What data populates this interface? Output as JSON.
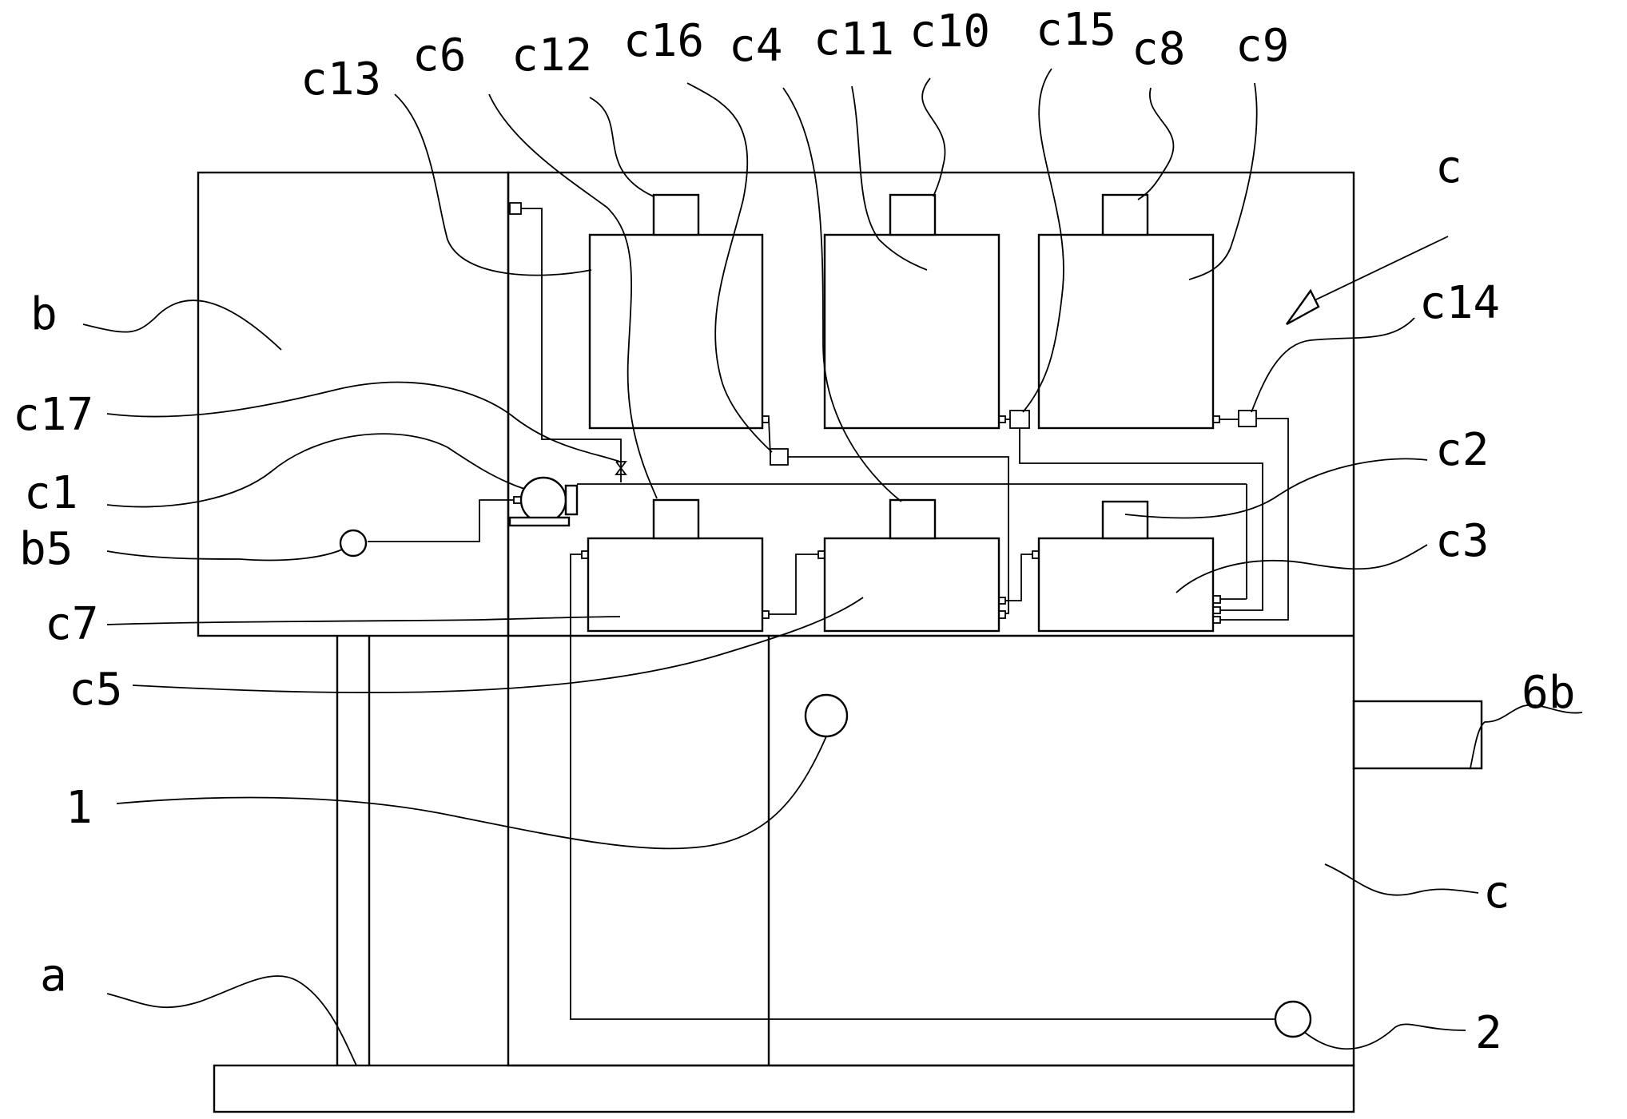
{
  "labels": {
    "c13": "c13",
    "c6": "c6",
    "c12": "c12",
    "c16": "c16",
    "c4": "c4",
    "c11": "c11",
    "c10": "c10",
    "c15": "c15",
    "c8": "c8",
    "c9": "c9",
    "c_arrow": "c",
    "c14": "c14",
    "c2": "c2",
    "c3": "c3",
    "b": "b",
    "c17": "c17",
    "c1": "c1",
    "b5": "b5",
    "c7": "c7",
    "c5": "c5",
    "6b": "6b",
    "one": "1",
    "c_lower": "c",
    "a": "a",
    "two": "2"
  }
}
